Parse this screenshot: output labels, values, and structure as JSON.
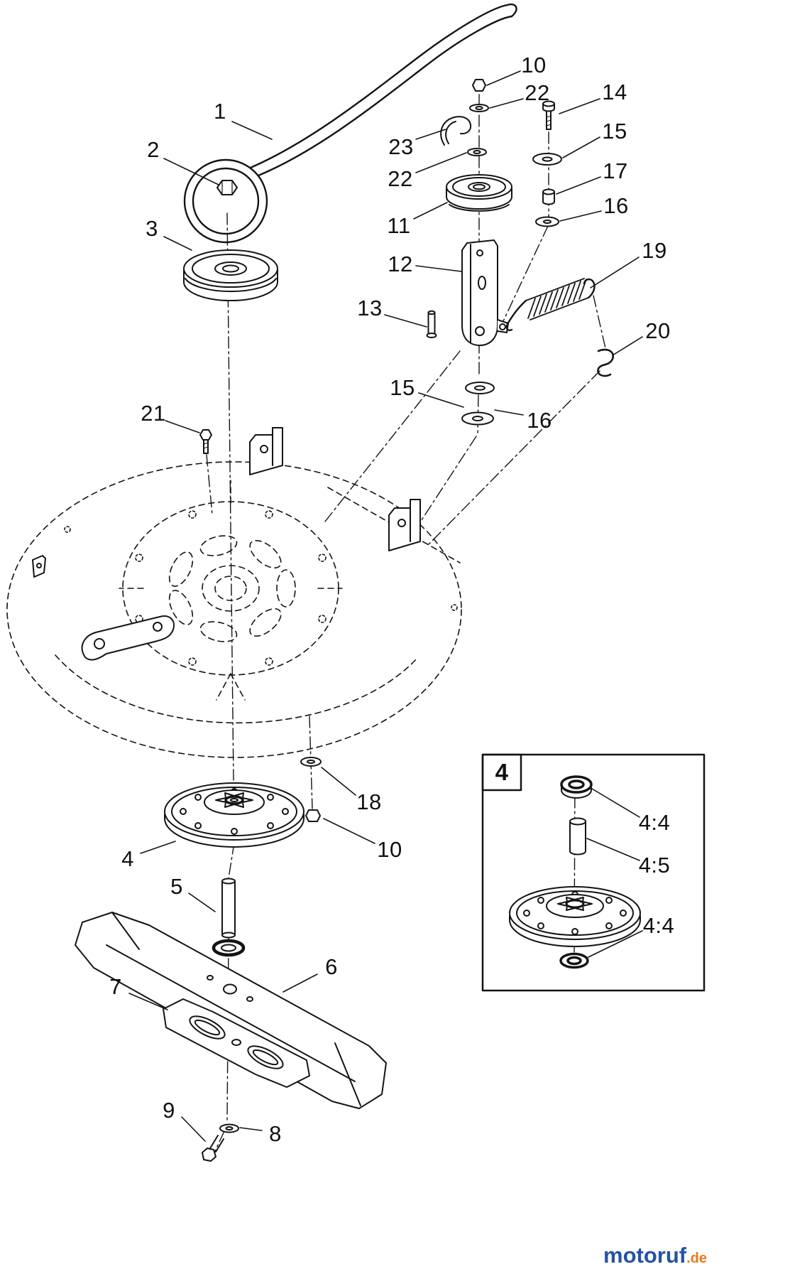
{
  "diagram": {
    "background": "#ffffff",
    "line_color": "#141414",
    "description": "Exploded parts diagram of a mower cutting deck: drive belt, pulleys, idler arm, spring, spindle assembly and blade"
  },
  "callouts": [
    {
      "label": "1",
      "target": "drive-belt"
    },
    {
      "label": "2",
      "target": "pulley-nut"
    },
    {
      "label": "3",
      "target": "spindle-pulley"
    },
    {
      "label": "10",
      "target": "idler-top-nut"
    },
    {
      "label": "22",
      "target": "idler-top-washer"
    },
    {
      "label": "14",
      "target": "idler-bolt"
    },
    {
      "label": "23",
      "target": "belt-guide"
    },
    {
      "label": "15",
      "target": "bolt-washer"
    },
    {
      "label": "22",
      "target": "idler-lower-washer"
    },
    {
      "label": "17",
      "target": "spacer"
    },
    {
      "label": "16",
      "target": "small-washer"
    },
    {
      "label": "11",
      "target": "idler-pulley"
    },
    {
      "label": "12",
      "target": "idler-arm"
    },
    {
      "label": "19",
      "target": "extension-spring"
    },
    {
      "label": "13",
      "target": "pivot-pin"
    },
    {
      "label": "20",
      "target": "s-hook"
    },
    {
      "label": "15",
      "target": "arm-washer-upper"
    },
    {
      "label": "16",
      "target": "arm-washer-lower"
    },
    {
      "label": "21",
      "target": "bracket-bolt"
    },
    {
      "label": "18",
      "target": "deck-washer"
    },
    {
      "label": "10",
      "target": "deck-nut"
    },
    {
      "label": "4",
      "target": "spindle-assembly"
    },
    {
      "label": "5",
      "target": "spindle-shaft"
    },
    {
      "label": "6",
      "target": "blade"
    },
    {
      "label": "7",
      "target": "blade-accelerator"
    },
    {
      "label": "9",
      "target": "blade-bolt"
    },
    {
      "label": "8",
      "target": "blade-washer"
    }
  ],
  "inset": {
    "box_label": "4",
    "callouts": [
      {
        "label": "4:4",
        "target": "upper-bearing"
      },
      {
        "label": "4:5",
        "target": "bearing-spacer"
      },
      {
        "label": "4:4",
        "target": "lower-bearing"
      }
    ]
  },
  "logo": {
    "name": "motoruf",
    "tld": ".de",
    "brand_blue": "#2553a4",
    "brand_orange": "#e87b1a"
  }
}
